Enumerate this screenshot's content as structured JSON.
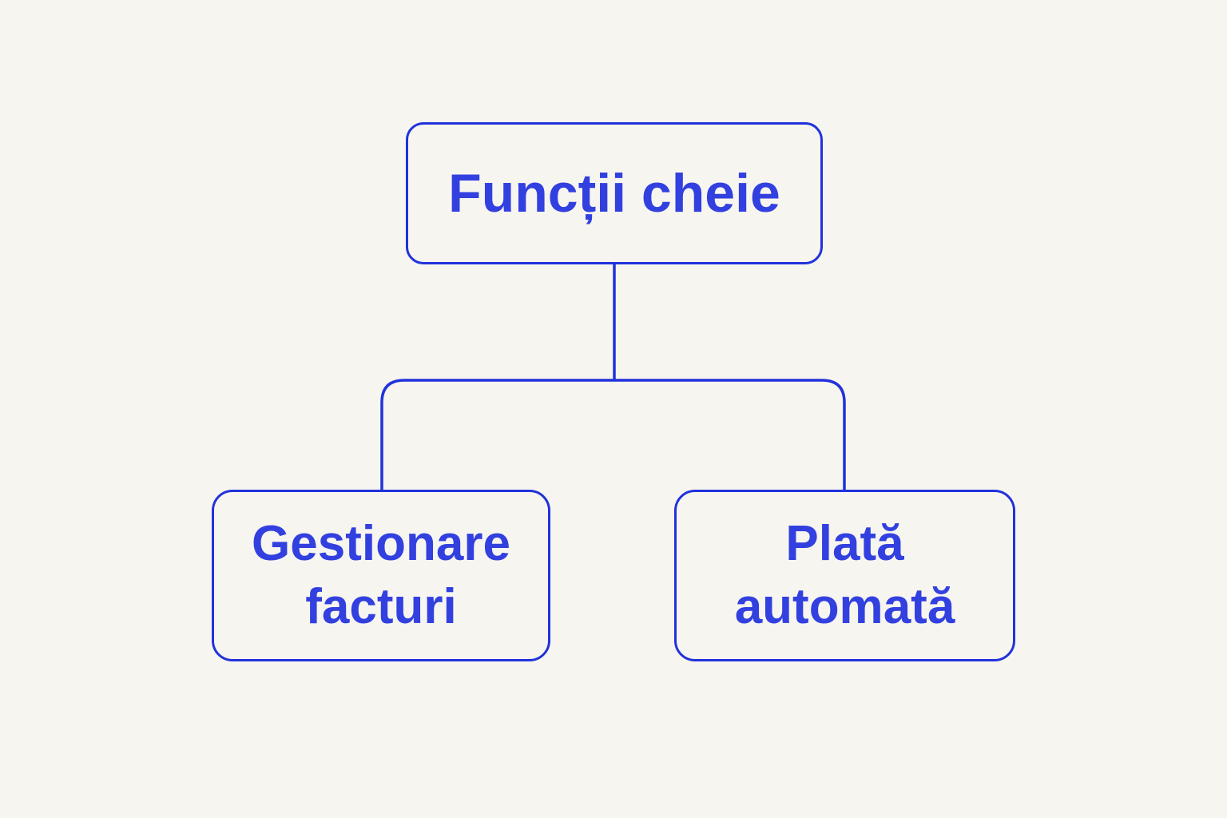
{
  "diagram": {
    "type": "flowchart",
    "root": {
      "label": "Funcții cheie"
    },
    "children": [
      {
        "label": "Gestionare facturi"
      },
      {
        "label": "Plată automată"
      }
    ]
  },
  "colors": {
    "background": "#F7F5F0",
    "line": "#2132DB",
    "text": "#3240DF",
    "box_fill": "#F7F5F0"
  }
}
